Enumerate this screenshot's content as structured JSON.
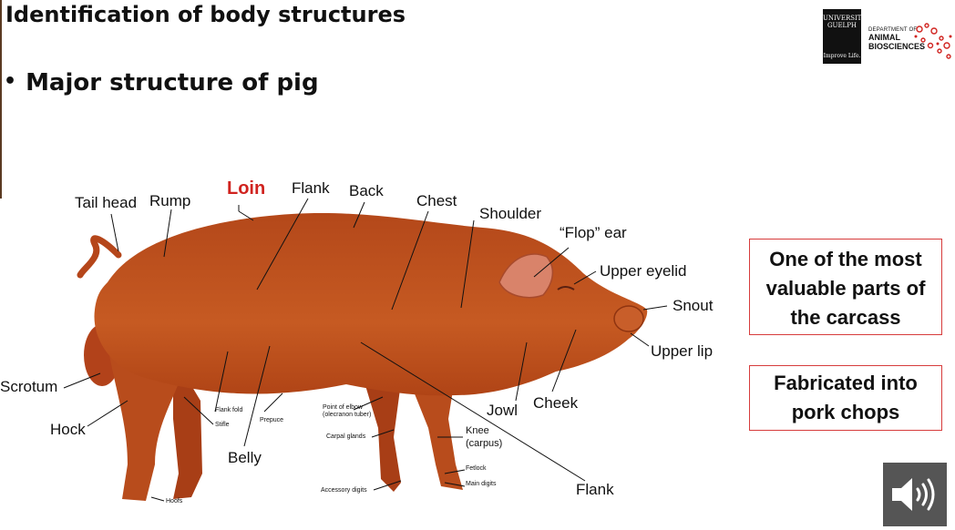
{
  "slide": {
    "title": "Identification of body structures",
    "bullet": "Major structure of pig"
  },
  "logo": {
    "university_line1": "UNIVERSITY",
    "university_line2": "GUELPH",
    "tagline": "Improve Life.",
    "dept_small": "DEPARTMENT OF",
    "dept_line1": "ANIMAL",
    "dept_line2": "BIOSCIENCES"
  },
  "diagram": {
    "labels": {
      "tail_head": "Tail head",
      "rump": "Rump",
      "loin": "Loin",
      "flank_top": "Flank",
      "back": "Back",
      "chest": "Chest",
      "shoulder": "Shoulder",
      "flop_ear": "“Flop” ear",
      "upper_eyelid": "Upper eyelid",
      "snout": "Snout",
      "upper_lip": "Upper lip",
      "cheek": "Cheek",
      "jowl": "Jowl",
      "scrotum": "Scrotum",
      "hock": "Hock",
      "belly": "Belly",
      "flank_bottom": "Flank"
    },
    "small_labels": {
      "flank_fold": "Flank fold",
      "stifle": "Stifle",
      "prepuce": "Prepuce",
      "point_of_elbow_1": "Point of elbow",
      "point_of_elbow_2": "(olecranon tuber)",
      "carpal_glands": "Carpal glands",
      "knee_1": "Knee",
      "knee_2": "(carpus)",
      "fetlock": "Fetlock",
      "main_digits": "Main digits",
      "accessory_digits": "Accessory digits",
      "hoofs": "Hoofs"
    }
  },
  "callouts": {
    "loin_note_1": "One of the most",
    "loin_note_2": "valuable parts of",
    "loin_note_3": "the carcass",
    "chops_note_1": "Fabricated into",
    "chops_note_2": "pork chops"
  },
  "colors": {
    "pig_body": "#c0501c",
    "loin_label": "#d0231f",
    "callout_border": "#d73c3c"
  },
  "icons": {
    "audio": "speaker-icon"
  }
}
